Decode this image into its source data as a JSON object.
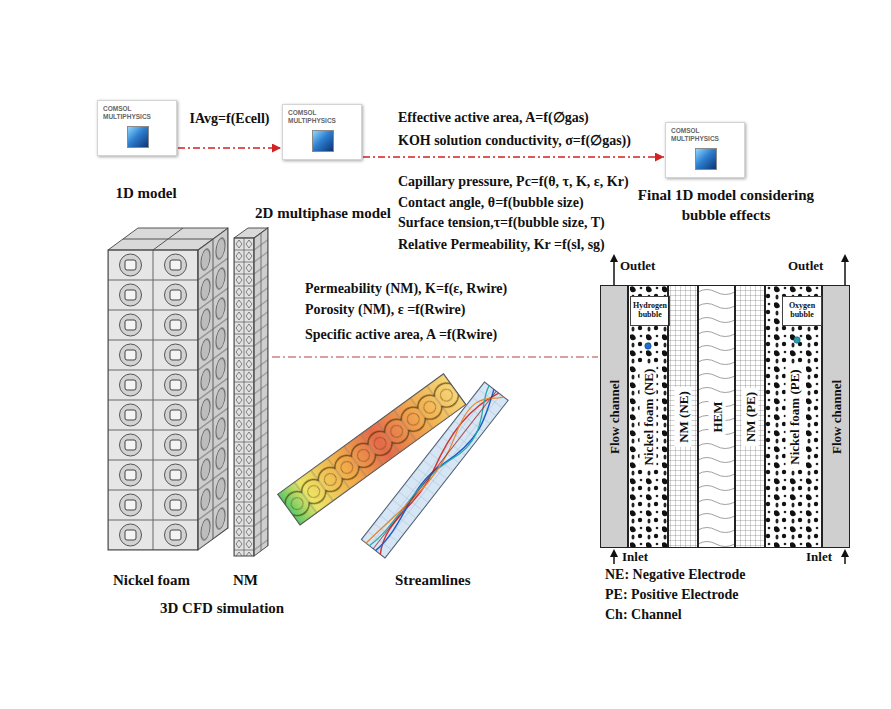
{
  "diagram": {
    "nodes": [
      {
        "text": [
          "COMSOL MULTIPHYSICS",
          "1D model"
        ]
      },
      {
        "text": [
          "COMSOL MULTIPHYSICS",
          "2D multiphase model"
        ]
      },
      {
        "text": [
          "COMSOL MULTIPHYSICS",
          "Final 1D model considering bubble effects"
        ]
      },
      {
        "text": [
          "Flow channel"
        ]
      },
      {
        "text": [
          "Nickel foam (NE)"
        ]
      },
      {
        "text": [
          "Hydrogen bubble"
        ],
        "in": 4
      },
      {
        "text": [
          "NM (NE)"
        ]
      },
      {
        "text": [
          "HEM"
        ]
      },
      {
        "text": [
          "NM (PE)"
        ]
      },
      {
        "text": [
          "Nickel foam (PE)"
        ]
      },
      {
        "text": [
          "Oxygen bubble"
        ],
        "in": 9
      },
      {
        "text": [
          "Flow channel"
        ]
      }
    ],
    "edges": [
      {
        "from": 0,
        "to": 1,
        "arrow": "to",
        "label": "IAvg=f(Ecell)"
      },
      {
        "from": 1,
        "to": 2,
        "arrow": "to"
      }
    ],
    "labels": [
      "Effective active area, A=f(∅gas)",
      "KOH solution conductivity, σ=f(∅gas))",
      "Capillary pressure, Pc=f(θ, τ, K, ε, Kr)",
      "Contact angle, θ=f(bubble size)",
      "Surface tension,τ=f(bubble size, T)",
      "Relative Permeability, Kr =f(sl, sg)",
      "Permeability (NM), K=f(ε, Rwire)",
      "Porosity (NM), ε =f(Rwire)",
      "Specific active area, A =f(Rwire)",
      "Nickel foam",
      "NM",
      "Streamlines",
      "3D CFD simulation",
      "Outlet",
      "Outlet",
      "Inlet",
      "Inlet",
      "NE: Negative Electrode",
      "PE: Positive Electrode",
      "Ch: Channel"
    ]
  }
}
